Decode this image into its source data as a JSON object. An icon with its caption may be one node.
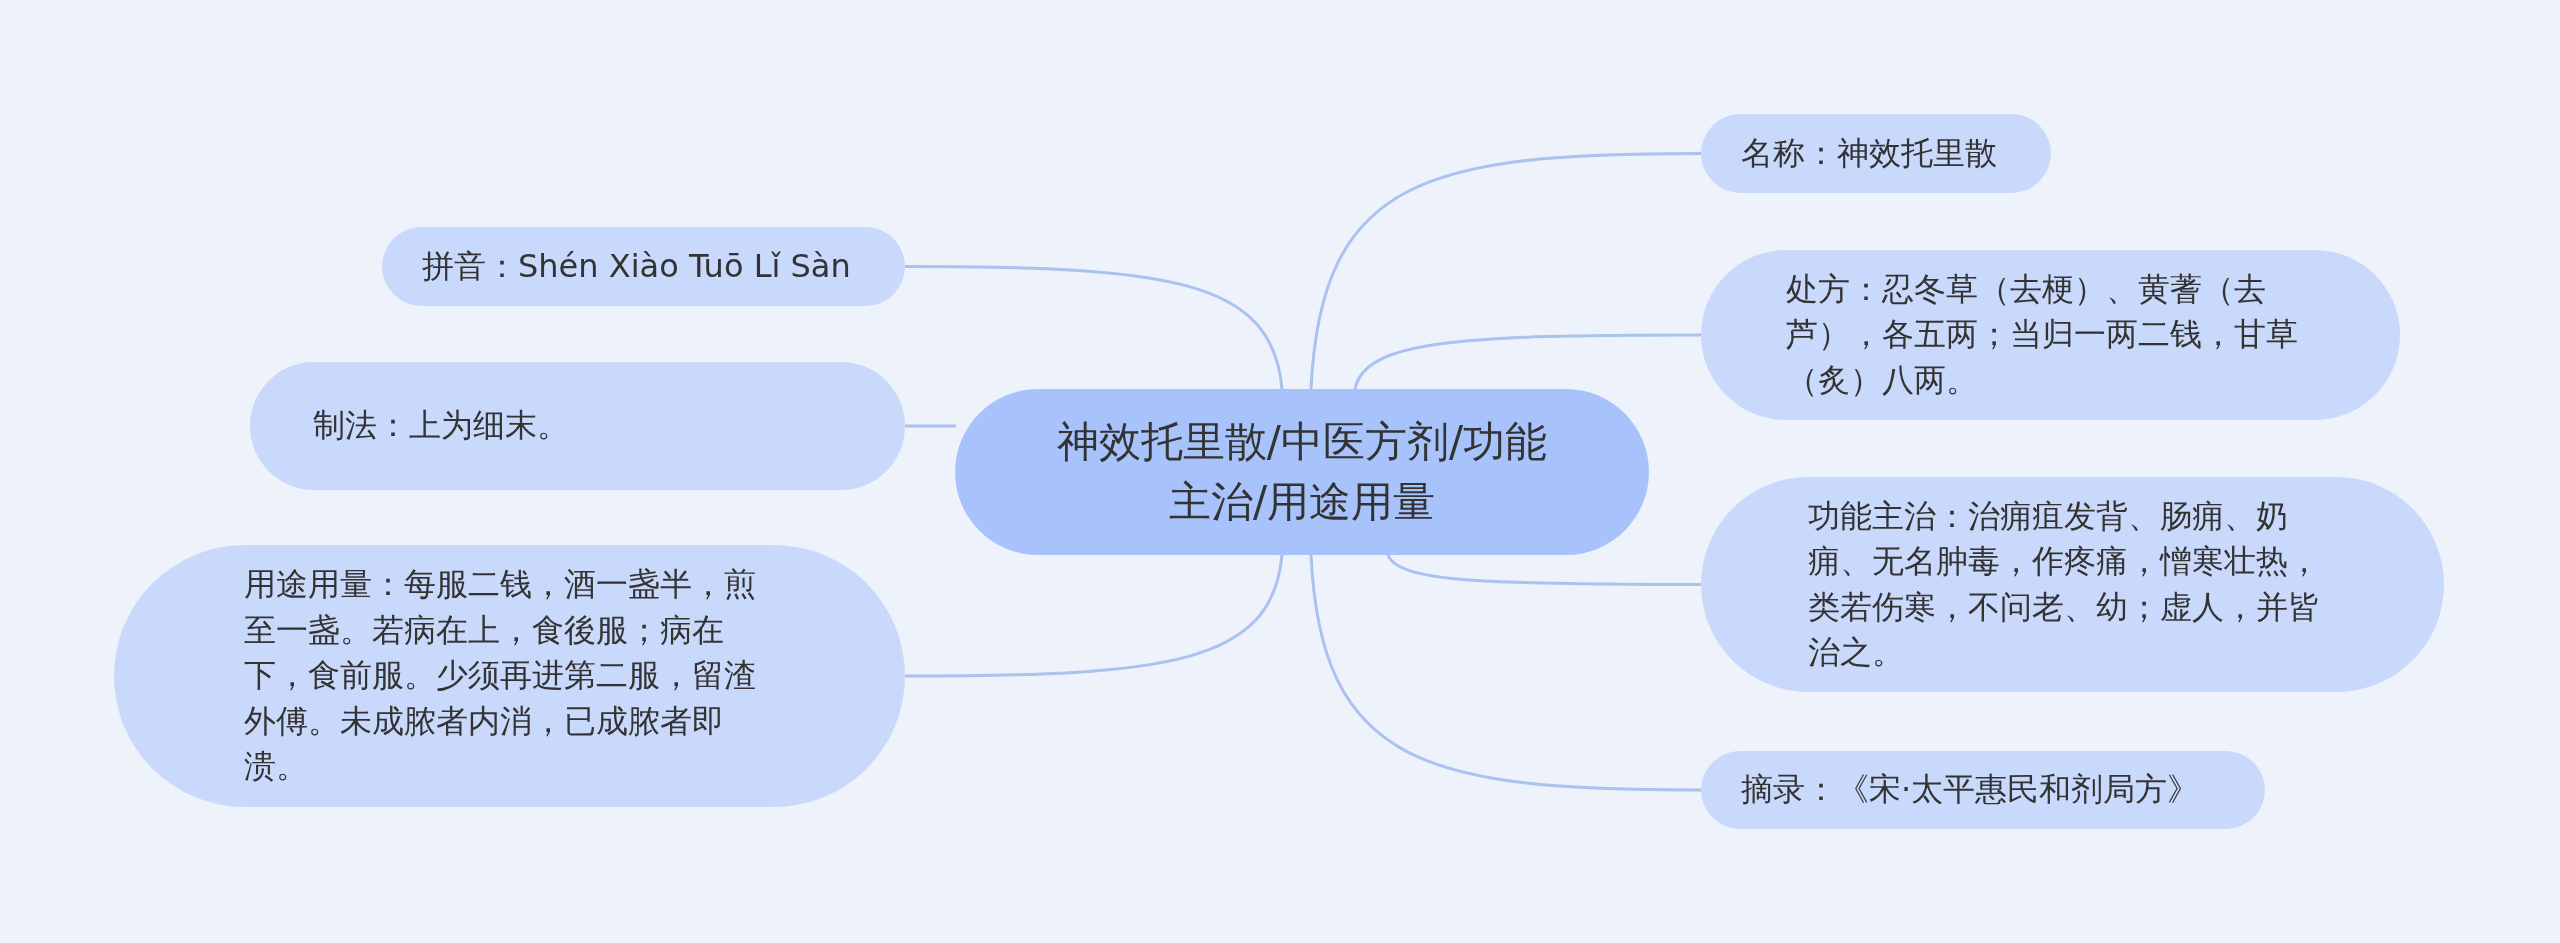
{
  "diagram": {
    "nodes": [
      {
        "text": [
          "神效托里散/中医方剂/功能主治/用途用量"
        ]
      },
      {
        "text": [
          "名称：神效托里散"
        ]
      },
      {
        "text": [
          "拼音：Shén Xiào Tuō Lǐ Sàn"
        ]
      },
      {
        "text": [
          "处方：忍冬草（去梗）、黄蓍（去芦），各五两；当归一两二钱，甘草（炙）八两。"
        ]
      },
      {
        "text": [
          "制法：上为细末。"
        ]
      },
      {
        "text": [
          "功能主治：治痈疽发背、肠痈、奶痈、无名肿毒，作疼痛，憎寒壮热，类若伤寒，不问老、幼；虚人，并皆治之。"
        ]
      },
      {
        "text": [
          "用途用量：每服二钱，酒一盏半，煎至一盏。若病在上，食後服；病在下，食前服。少须再进第二服，留渣外傅。未成脓者内消，已成脓者即溃。"
        ]
      },
      {
        "text": [
          "摘录：《宋·太平惠民和剂局方》"
        ]
      }
    ],
    "edges": [
      {
        "from": 0,
        "to": 1,
        "arrow": "none"
      },
      {
        "from": 0,
        "to": 2,
        "arrow": "none"
      },
      {
        "from": 0,
        "to": 3,
        "arrow": "none"
      },
      {
        "from": 0,
        "to": 4,
        "arrow": "none"
      },
      {
        "from": 0,
        "to": 5,
        "arrow": "none"
      },
      {
        "from": 0,
        "to": 6,
        "arrow": "none"
      },
      {
        "from": 0,
        "to": 7,
        "arrow": "none"
      }
    ]
  }
}
